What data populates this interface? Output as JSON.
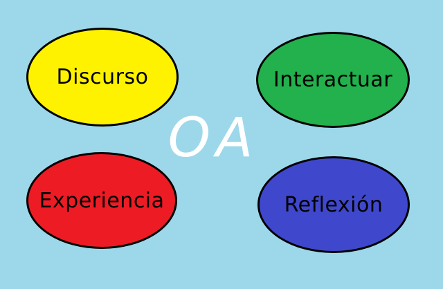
{
  "diagram": {
    "background_color": "#9dd8ea",
    "center_label": "OA",
    "center_color": "#ffffff",
    "nodes": [
      {
        "label": "Discurso",
        "color": "#fff200"
      },
      {
        "label": "Interactuar",
        "color": "#22b14c"
      },
      {
        "label": "Experiencia",
        "color": "#ed1c24"
      },
      {
        "label": "Reflexión",
        "color": "#3f48cc"
      }
    ]
  }
}
